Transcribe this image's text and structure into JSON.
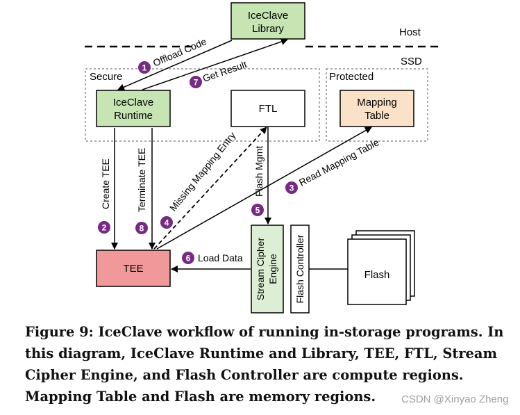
{
  "diagram": {
    "host_label": "Host",
    "ssd_label": "SSD",
    "secure_label": "Secure",
    "protected_label": "Protected",
    "library": [
      "IceClave",
      "Library"
    ],
    "runtime": [
      "IceClave",
      "Runtime"
    ],
    "ftl": "FTL",
    "mapping_table": [
      "Mapping",
      "Table"
    ],
    "tee": "TEE",
    "stream_cipher": [
      "Stream Cipher",
      "Engine"
    ],
    "flash_controller": "Flash Controller",
    "flash": "Flash",
    "steps": [
      {
        "num": "1",
        "label": "Offload Code"
      },
      {
        "num": "2",
        "label": "Create TEE"
      },
      {
        "num": "3",
        "label": "Read Mapping Table"
      },
      {
        "num": "4",
        "label": "Missing Mapping Entry"
      },
      {
        "num": "5",
        "label": "Flash Mgmt"
      },
      {
        "num": "6",
        "label": "Load Data"
      },
      {
        "num": "7",
        "label": "Get Result"
      },
      {
        "num": "8",
        "label": "Terminate TEE"
      }
    ],
    "colors": {
      "green_box": "#c6e5b2",
      "orange_box": "#fbe1c7",
      "red_box": "#f1999a",
      "light_green_box": "#dcefd4",
      "step_badge": "#762b83"
    }
  },
  "caption": {
    "text": "Figure 9: IceClave workflow of running in-storage programs. In this diagram, IceClave Runtime and Library, TEE, FTL, Stream Cipher Engine, and Flash Controller are compute regions. Mapping Table and Flash are memory regions."
  },
  "watermark": "CSDN @Xinyao Zheng"
}
